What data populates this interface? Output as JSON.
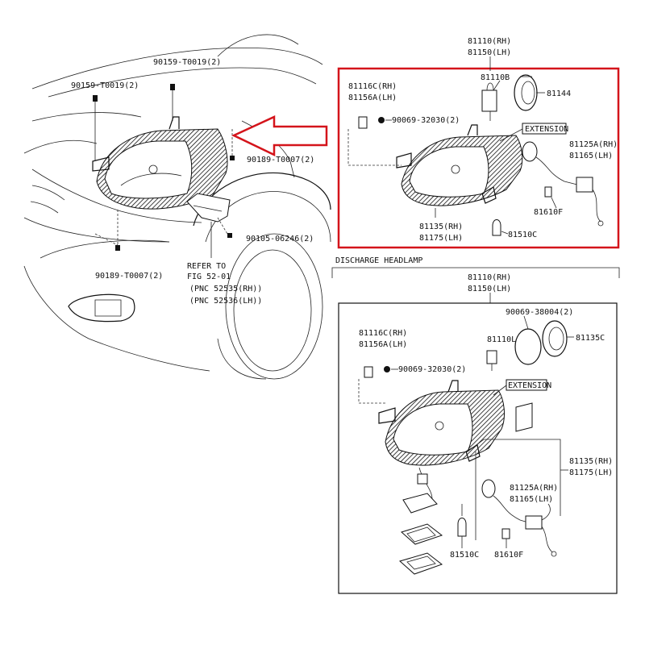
{
  "callouts": {
    "c1": "90159-T0019(2)",
    "c2": "90159-T0019(2)",
    "c3": "90189-T0007(2)",
    "c4": "90189-T0007(2)",
    "c5": "90105-06246(2)",
    "refer": [
      "REFER TO",
      "FIG 52-01",
      "(PNC 52535(RH))",
      "(PNC 52536(LH))"
    ]
  },
  "halogen": {
    "top_rh": "81110(RH)",
    "top_lh": "81150(LH)",
    "p81116c_rh": "81116C(RH)",
    "p81156a_lh": "81156A(LH)",
    "p90069": "90069-32030(2)",
    "p81110b": "81110B",
    "p81144": "81144",
    "extension": "EXTENSION",
    "p81125a_rh": "81125A(RH)",
    "p81165_lh": "81165(LH)",
    "p81610f": "81610F",
    "p81135_rh": "81135(RH)",
    "p81175_lh": "81175(LH)",
    "p81510c": "81510C"
  },
  "discharge": {
    "header": "DISCHARGE HEADLAMP",
    "top_rh": "81110(RH)",
    "top_lh": "81150(LH)",
    "p90069_38004": "90069-38004(2)",
    "p81116c_rh": "81116C(RH)",
    "p81156a_lh": "81156A(LH)",
    "p81110l": "81110L",
    "p81135c": "81135C",
    "p90069_32030": "90069-32030(2)",
    "extension": "EXTENSION",
    "p81135_rh": "81135(RH)",
    "p81175_lh": "81175(LH)",
    "p81125a_rh": "81125A(RH)",
    "p81165_lh": "81165(LH)",
    "p81510c": "81510C",
    "p81610f": "81610F"
  },
  "colors": {
    "highlight": "#d4141b",
    "ink": "#111111"
  }
}
